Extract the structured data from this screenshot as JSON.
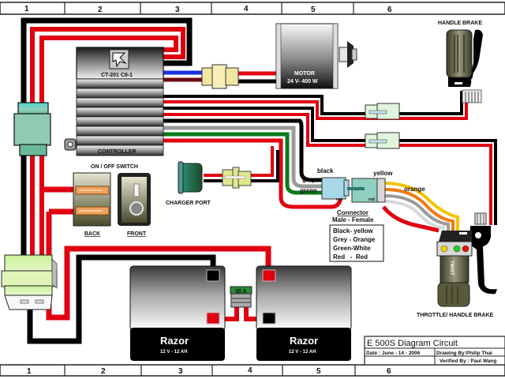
{
  "title_block": {
    "title": "E 500S Diagram Circuit",
    "date": "Date : June - 14 - 2006",
    "drawing_by": "Drawing By:Philip Thai",
    "verified_by": "Verified By : Paul Wang"
  },
  "zones_top": [
    "1",
    "2",
    "3",
    "4",
    "5",
    "6"
  ],
  "zones_bottom": [
    "1",
    "2",
    "3",
    "4",
    "5",
    "6"
  ],
  "components": {
    "controller": {
      "model": "CT-201 C6-1",
      "label": "CONTROLLER"
    },
    "motor": {
      "label": "MOTOR",
      "rating": "24 V- 400 W"
    },
    "handle_brake": {
      "label": "HANDLE BRAKE"
    },
    "on_off_switch": {
      "label": "ON / OFF SWITCH",
      "back_label": "BACK",
      "front_label": "FRONT"
    },
    "charger_port": {
      "label": "CHARGER PORT"
    },
    "throttle": {
      "label": "THROTTLE/ HANDLE BRAKE",
      "twist_label": "TWIST"
    },
    "battery_left": {
      "brand": "Razor",
      "rating": "12 V - 12 AH"
    },
    "battery_right": {
      "brand": "Razor",
      "rating": "12 V - 12 AH"
    },
    "fuse": {
      "label": "30 A"
    }
  },
  "connector": {
    "title": "Connector",
    "subtitle": "Male - Female",
    "wire_labels": {
      "black": "black",
      "grey": "grey",
      "green": "green",
      "red_male": "red",
      "yellow": "yellow",
      "orange": "orange",
      "red_female": "red"
    },
    "mapping": [
      "Black- yellow",
      "Grey - Orange",
      "Green-White",
      "Red   -  Red"
    ]
  },
  "colors": {
    "wire_red": "#e00010",
    "wire_black": "#000000",
    "wire_blue": "#1a2fe0",
    "wire_green": "#0a7a1a",
    "wire_grey": "#9a9a9a",
    "wire_yellow": "#f2c400",
    "wire_orange": "#f07a10",
    "connector_teal": "#7cc8b8",
    "connector_cream": "#f3e6a0",
    "connector_mint": "#dff5dc"
  }
}
